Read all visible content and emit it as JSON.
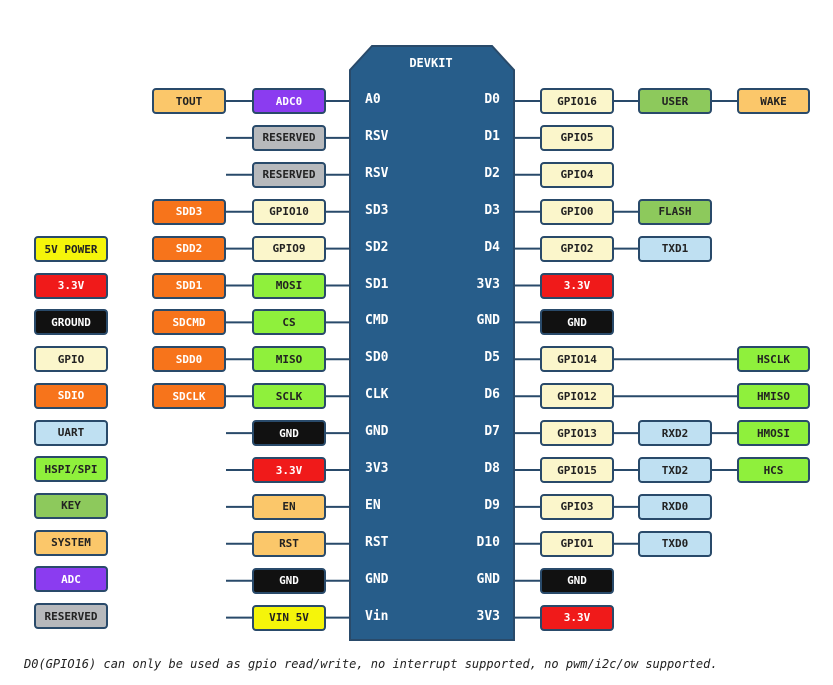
{
  "colors": {
    "board": "#275d8a",
    "outline": "#294a6a",
    "line": "#294a6a",
    "tout": "#fbc76a",
    "adc": "#8b3cf0",
    "reserved": "#b7b9bc",
    "sdio": "#f7741b",
    "gpio": "#fbf6cb",
    "spi": "#8ff03c",
    "ground": "#111111",
    "power3v3": "#f01a1a",
    "system": "#fbc76a",
    "vin": "#f5f50a",
    "uart": "#bfe0f2",
    "key": "#8dc95c"
  },
  "board": {
    "title": "DEVKIT"
  },
  "left_pins": [
    "A0",
    "RSV",
    "RSV",
    "SD3",
    "SD2",
    "SD1",
    "CMD",
    "SD0",
    "CLK",
    "GND",
    "3V3",
    "EN",
    "RST",
    "GND",
    "Vin"
  ],
  "right_pins": [
    "D0",
    "D1",
    "D2",
    "D3",
    "D4",
    "3V3",
    "GND",
    "D5",
    "D6",
    "D7",
    "D8",
    "D9",
    "D10",
    "GND",
    "3V3"
  ],
  "left_labels": [
    [
      "ADC0",
      "TOUT"
    ],
    [
      "RESERVED"
    ],
    [
      "RESERVED"
    ],
    [
      "GPIO10",
      "SDD3"
    ],
    [
      "GPIO9",
      "SDD2"
    ],
    [
      "MOSI",
      "SDD1"
    ],
    [
      "CS",
      "SDCMD"
    ],
    [
      "MISO",
      "SDD0"
    ],
    [
      "SCLK",
      "SDCLK"
    ],
    [
      "GND"
    ],
    [
      "3.3V"
    ],
    [
      "EN"
    ],
    [
      "RST"
    ],
    [
      "GND"
    ],
    [
      "VIN 5V"
    ]
  ],
  "right_labels": [
    [
      "GPIO16",
      "USER",
      "WAKE"
    ],
    [
      "GPIO5"
    ],
    [
      "GPIO4"
    ],
    [
      "GPIO0",
      "FLASH"
    ],
    [
      "GPIO2",
      "TXD1"
    ],
    [
      "3.3V"
    ],
    [
      "GND"
    ],
    [
      "GPIO14",
      "",
      "HSCLK"
    ],
    [
      "GPIO12",
      "",
      "HMISO"
    ],
    [
      "GPIO13",
      "RXD2",
      "HMOSI"
    ],
    [
      "GPIO15",
      "TXD2",
      "HCS"
    ],
    [
      "GPIO3",
      "RXD0"
    ],
    [
      "GPIO1",
      "TXD0"
    ],
    [
      "GND"
    ],
    [
      "3.3V"
    ]
  ],
  "legend": [
    "5V POWER",
    "3.3V",
    "GROUND",
    "GPIO",
    "SDIO",
    "UART",
    "HSPI/SPI",
    "KEY",
    "SYSTEM",
    "ADC",
    "RESERVED"
  ],
  "footnote": "D0(GPIO16) can only be used as gpio read/write, no interrupt supported, no pwm/i2c/ow supported."
}
